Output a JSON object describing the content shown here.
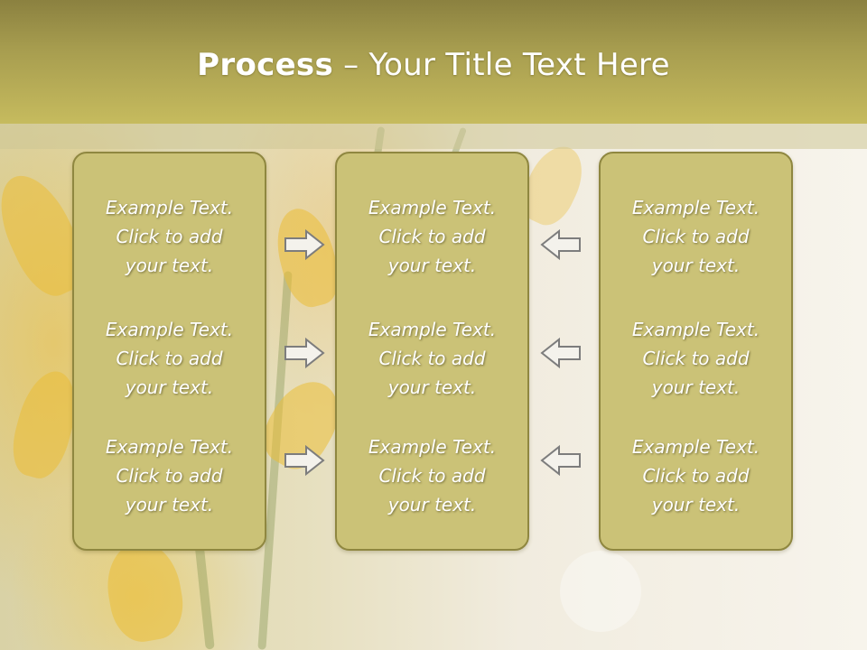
{
  "slide": {
    "title_bold": "Process",
    "title_rest": " – Your Title Text Here"
  },
  "columns": [
    {
      "items": [
        {
          "line1": "Example Text.",
          "line2": "Click  to add",
          "line3": "your text."
        },
        {
          "line1": "Example Text.",
          "line2": "Click  to add",
          "line3": "your text."
        },
        {
          "line1": "Example Text.",
          "line2": "Click  to add",
          "line3": "your text."
        }
      ]
    },
    {
      "items": [
        {
          "line1": "Example Text.",
          "line2": "Click  to add",
          "line3": "your text."
        },
        {
          "line1": "Example Text.",
          "line2": "Click  to add",
          "line3": "your text."
        },
        {
          "line1": "Example Text.",
          "line2": "Click  to add",
          "line3": "your text."
        }
      ]
    },
    {
      "items": [
        {
          "line1": "Example Text.",
          "line2": "Click  to add",
          "line3": "your text."
        },
        {
          "line1": "Example Text.",
          "line2": "Click  to add",
          "line3": "your text."
        },
        {
          "line1": "Example Text.",
          "line2": "Click  to add",
          "line3": "your text."
        }
      ]
    }
  ],
  "arrows": {
    "left_group": [
      "right-arrow-icon",
      "right-arrow-icon",
      "right-arrow-icon"
    ],
    "right_group": [
      "left-arrow-icon",
      "left-arrow-icon",
      "left-arrow-icon"
    ]
  },
  "colors": {
    "header": "#a79d4f",
    "box_fill": "#cbc277",
    "box_border": "#8f8740",
    "text": "#ffffff"
  }
}
